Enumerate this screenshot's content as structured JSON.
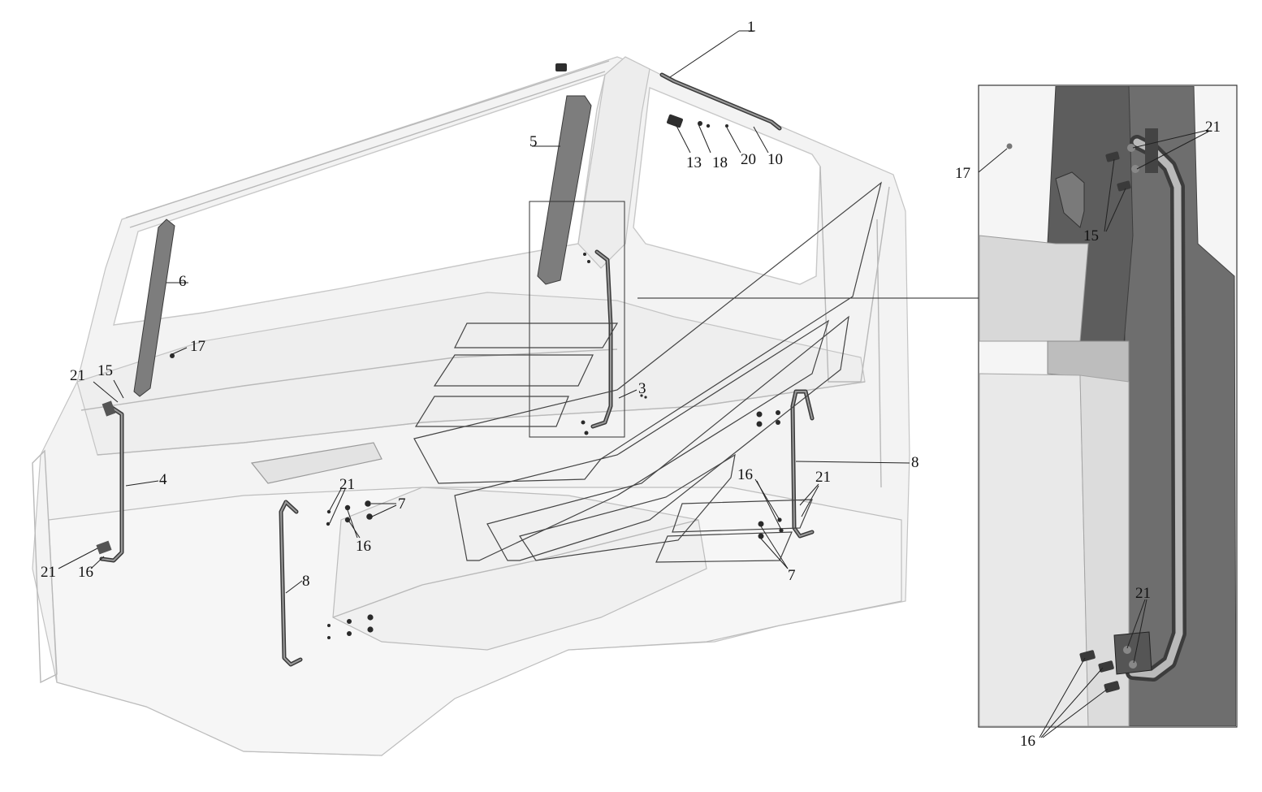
{
  "callouts": {
    "c1": "1",
    "c3": "3",
    "c4": "4",
    "c5": "5",
    "c6": "6",
    "c7a": "7",
    "c7b": "7",
    "c8a": "8",
    "c8b": "8",
    "c10": "10",
    "c13": "13",
    "c15a": "15",
    "c15b": "15",
    "c16a": "16",
    "c16b": "16",
    "c16c": "16",
    "c16d": "16",
    "c17a": "17",
    "c17b": "17",
    "c18": "18",
    "c20": "20",
    "c21a": "21",
    "c21b": "21",
    "c21c": "21",
    "c21d": "21",
    "c21e": "21",
    "c21f": "21"
  },
  "colors": {
    "line": "#222222",
    "cab_outline": "#b9b9b9",
    "part_dark": "#3a3a3a",
    "pillar_fill": "#7d7d7d"
  }
}
